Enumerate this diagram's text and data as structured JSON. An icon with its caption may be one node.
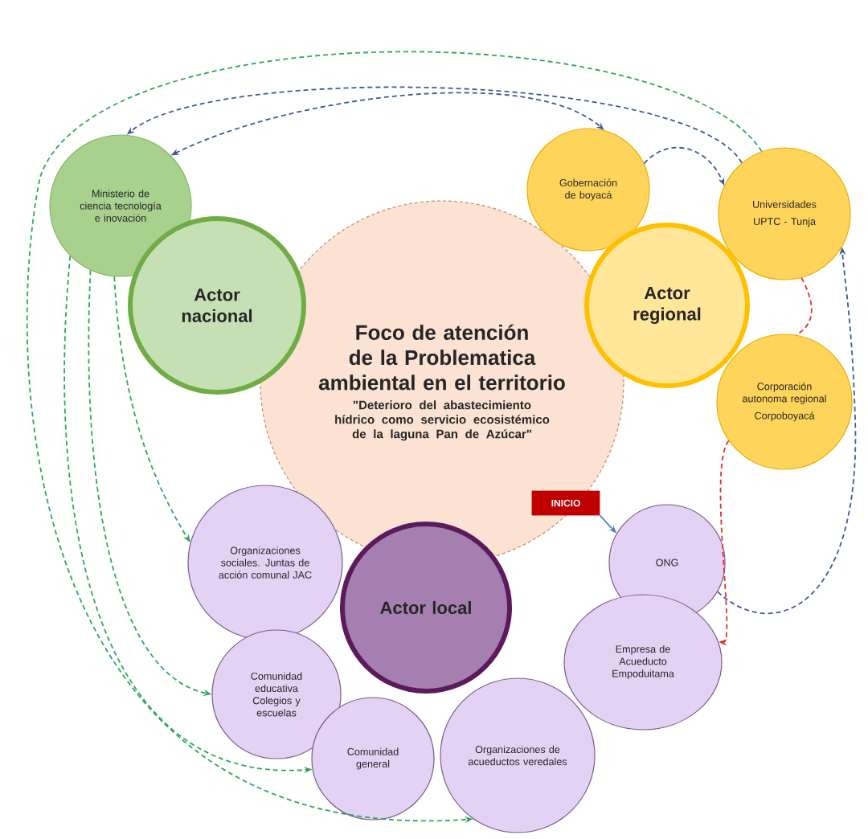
{
  "diagram": {
    "nodes": [
      {
        "text": [
          "Foco de atención de la Problematica ambiental en el territorio",
          "\"Deterioro del abastecimiento hídrico como servicio ecosistémico de la laguna Pan de Azúcar\""
        ]
      },
      {
        "text": [
          "Actor nacional"
        ]
      },
      {
        "text": [
          "Ministerio de ciencia tecnología e inovación"
        ]
      },
      {
        "text": [
          "Actor regional"
        ]
      },
      {
        "text": [
          "Gobernación de boyacá"
        ]
      },
      {
        "text": [
          "Universidades",
          "UPTC - Tunja"
        ]
      },
      {
        "text": [
          "Corporación autonoma regional",
          "Corpoboyacá"
        ]
      },
      {
        "text": [
          "INICIO"
        ],
        "in": 0
      },
      {
        "text": [
          "Actor local"
        ]
      },
      {
        "text": [
          "Organizaciones sociales. Juntas de acción comunal JAC"
        ]
      },
      {
        "text": [
          "ONG"
        ]
      },
      {
        "text": [
          "Empresa de Acueducto Empoduitama"
        ]
      },
      {
        "text": [
          "Comunidad educativa Colegios y escuelas"
        ]
      },
      {
        "text": [
          "Comunidad general"
        ]
      },
      {
        "text": [
          "Organizaciones de acueductos veredales"
        ]
      }
    ],
    "edges": [
      {
        "from": 5,
        "to": 14,
        "arrow": "to",
        "style": "dashed",
        "color": "#2ea85a"
      },
      {
        "from": 2,
        "to": 13,
        "arrow": "to",
        "style": "dashed",
        "color": "#2ea85a"
      },
      {
        "from": 2,
        "to": 12,
        "arrow": "to",
        "style": "dashed",
        "color": "#2ea85a"
      },
      {
        "from": 2,
        "to": 9,
        "arrow": "to",
        "style": "dashed",
        "color": "#2ea85a"
      },
      {
        "from": 5,
        "to": 2,
        "arrow": "to",
        "style": "dashed",
        "color": "#3f5b96"
      },
      {
        "from": 2,
        "to": 4,
        "arrow": "both",
        "style": "dashed",
        "color": "#3f5b96"
      },
      {
        "from": 4,
        "to": 5,
        "arrow": "to",
        "style": "dashed",
        "color": "#3f5b96"
      },
      {
        "from": 10,
        "to": 5,
        "arrow": "to",
        "style": "dashed",
        "color": "#3f5b96"
      },
      {
        "from": 5,
        "to": 6,
        "arrow": "none",
        "style": "dashed",
        "color": "#e03030"
      },
      {
        "from": 6,
        "to": 11,
        "arrow": "to",
        "style": "dashed",
        "color": "#e03030"
      },
      {
        "from": 7,
        "to": 10,
        "arrow": "to",
        "color": "#4a7ec0"
      }
    ]
  }
}
